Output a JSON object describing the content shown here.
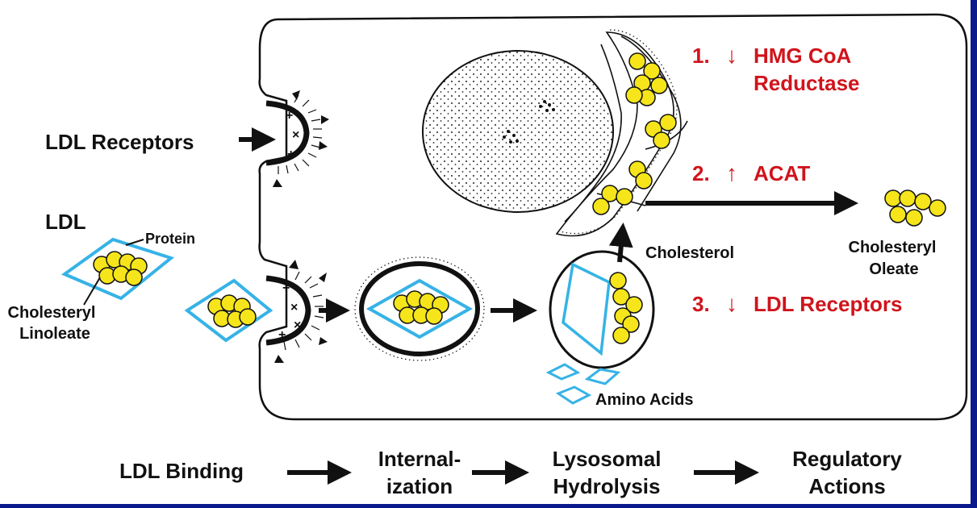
{
  "labels": {
    "ldl_receptors": "LDL Receptors",
    "ldl": "LDL",
    "protein": "Protein",
    "cholesteryl_linoleate_1": "Cholesteryl",
    "cholesteryl_linoleate_2": "Linoleate",
    "cholesterol": "Cholesterol",
    "cholesteryl_oleate_1": "Cholesteryl",
    "cholesteryl_oleate_2": "Oleate",
    "amino_acids": "Amino Acids"
  },
  "regulatory_actions": [
    {
      "number": "1.",
      "arrow": "↓",
      "line1": "HMG CoA",
      "line2": "Reductase"
    },
    {
      "number": "2.",
      "arrow": "↑",
      "line1": "ACAT",
      "line2": ""
    },
    {
      "number": "3.",
      "arrow": "↓",
      "line1": "LDL Receptors",
      "line2": ""
    }
  ],
  "steps": [
    {
      "line1": "LDL Binding",
      "line2": ""
    },
    {
      "line1": "Internal-",
      "line2": "ization"
    },
    {
      "line1": "Lysosomal",
      "line2": "Hydrolysis"
    },
    {
      "line1": "Regulatory",
      "line2": "Actions"
    }
  ],
  "colors": {
    "ink": "#111111",
    "accent_red": "#d0141c",
    "protein_blue": "#36b3e6",
    "lipid_yellow": "#f5e51a",
    "frame_blue": "#0a1a8c"
  }
}
